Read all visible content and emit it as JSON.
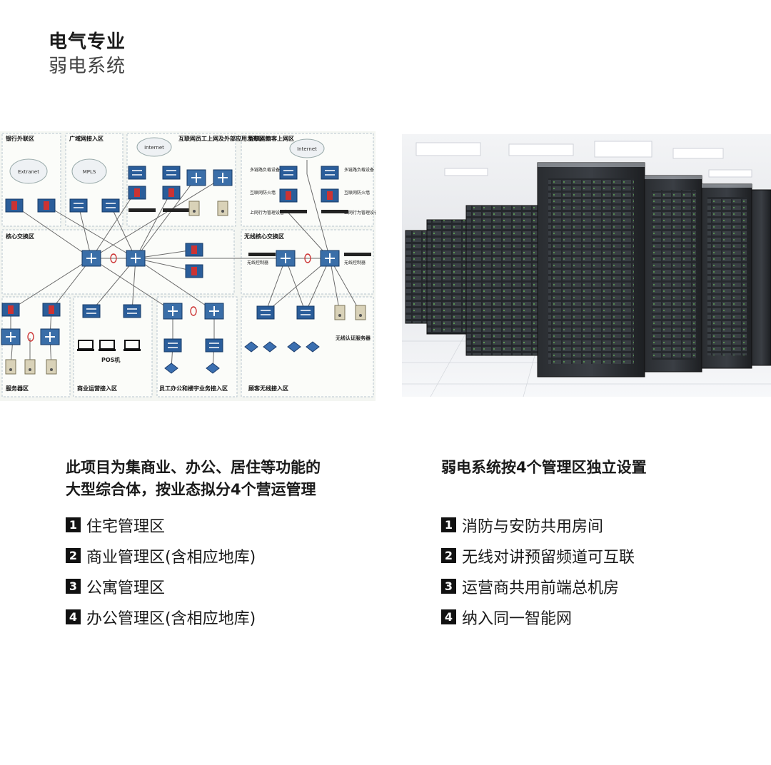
{
  "header": {
    "title": "电气专业",
    "subtitle": "弱电系统"
  },
  "diagram": {
    "zones": [
      "银行外联区",
      "广域网接入区",
      "互联网员工上网及外部应用发布区",
      "互联网籍客上网区",
      "核心交换区",
      "无线核心交换区",
      "服务器区",
      "商业运营接入区",
      "员工办公和楼宇业务接入区",
      "顾客无线接入区"
    ],
    "clouds": [
      "Extranet",
      "MPLS",
      "Internet",
      "Internet"
    ],
    "labels": [
      "多链路负载设备",
      "互联网防火墙",
      "上网行为管理设备",
      "多链路负载设备",
      "互联网防火墙",
      "上网行为管理设备",
      "无线控制器",
      "无线控制器",
      "POS机",
      "无线认证服务器"
    ]
  },
  "left": {
    "heading_line1": "此项目为集商业、办公、居住等功能的",
    "heading_line2": "大型综合体，按业态拟分4个营运管理",
    "items": [
      {
        "num": "1",
        "text": "住宅管理区"
      },
      {
        "num": "2",
        "text": "商业管理区(含相应地库)"
      },
      {
        "num": "3",
        "text": "公寓管理区"
      },
      {
        "num": "4",
        "text": "办公管理区(含相应地库)"
      }
    ]
  },
  "right": {
    "heading": "弱电系统按4个管理区独立设置",
    "items": [
      {
        "num": "1",
        "text": "消防与安防共用房间"
      },
      {
        "num": "2",
        "text": "无线对讲预留频道可互联"
      },
      {
        "num": "3",
        "text": "运营商共用前端总机房"
      },
      {
        "num": "4",
        "text": "纳入同一智能网"
      }
    ]
  }
}
